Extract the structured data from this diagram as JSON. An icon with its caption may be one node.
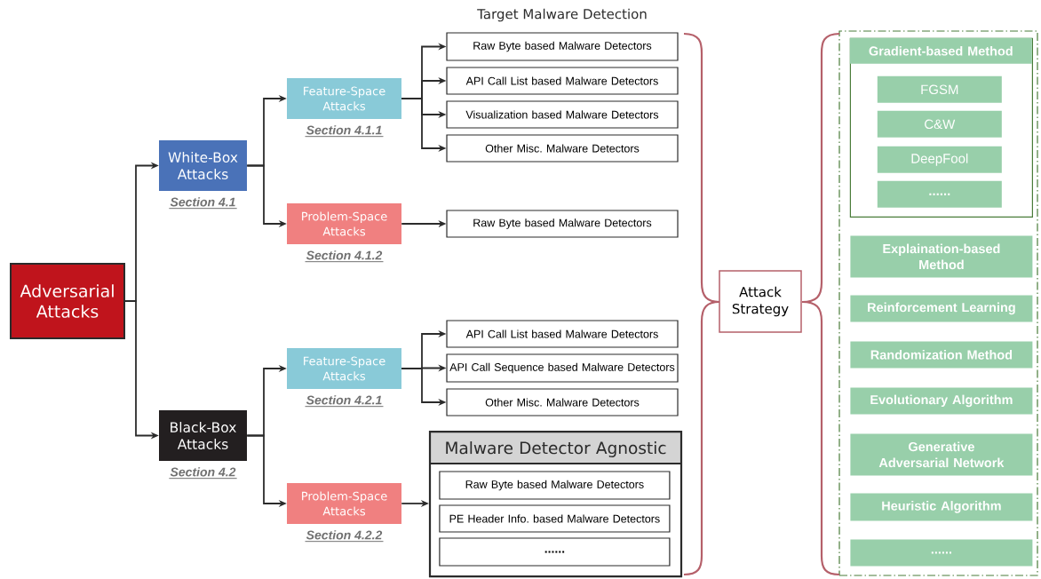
{
  "diagram": {
    "nodes": [
      {
        "text": [
          "Adversarial Attacks"
        ]
      },
      {
        "text": [
          "White-Box Attacks"
        ],
        "beside": [
          "Section 4.1"
        ]
      },
      {
        "text": [
          "Black-Box Attacks"
        ],
        "beside": [
          "Section 4.2"
        ]
      },
      {
        "text": [
          "Feature-Space Attacks"
        ],
        "beside": [
          "Section 4.1.1"
        ]
      },
      {
        "text": [
          "Problem-Space Attacks"
        ],
        "beside": [
          "Section 4.1.2"
        ]
      },
      {
        "text": [
          "Feature-Space Attacks"
        ],
        "beside": [
          "Section 4.2.1"
        ]
      },
      {
        "text": [
          "Problem-Space Attacks"
        ],
        "beside": [
          "Section 4.2.2"
        ]
      },
      {
        "text": [
          "Raw Byte based Malware Detectors"
        ]
      },
      {
        "text": [
          "API Call List based Malware Detectors"
        ]
      },
      {
        "text": [
          "Visualization based Malware Detectors"
        ]
      },
      {
        "text": [
          "Other Misc. Malware Detectors"
        ]
      },
      {
        "text": [
          "Raw Byte based Malware Detectors"
        ]
      },
      {
        "text": [
          "API Call List based Malware Detectors"
        ]
      },
      {
        "text": [
          "API Call Sequence based Malware Detectors"
        ]
      },
      {
        "text": [
          "Other Misc. Malware Detectors"
        ]
      },
      {
        "text": [
          "Malware Detector Agnostic"
        ]
      },
      {
        "text": [
          "Raw Byte based Malware Detectors"
        ],
        "in": 15
      },
      {
        "text": [
          "PE Header Info. based Malware Detectors"
        ],
        "in": 15
      },
      {
        "text": [
          "......"
        ],
        "in": 15
      },
      {
        "text": [
          "Attack Strategy"
        ]
      },
      {
        "text": [],
        "shape": "box"
      },
      {
        "text": [],
        "shape": "box",
        "in": 20
      },
      {
        "text": [
          "Gradient-based Method"
        ],
        "in": 21
      },
      {
        "text": [
          "FGSM"
        ],
        "in": 21
      },
      {
        "text": [
          "C&W"
        ],
        "in": 21
      },
      {
        "text": [
          "DeepFool"
        ],
        "in": 21
      },
      {
        "text": [
          "......"
        ],
        "in": 21
      },
      {
        "text": [
          "Explaination-based Method"
        ],
        "in": 20
      },
      {
        "text": [
          "Reinforcement Learning"
        ],
        "in": 20
      },
      {
        "text": [
          "Randomization Method"
        ],
        "in": 20
      },
      {
        "text": [
          "Evolutionary Algorithm"
        ],
        "in": 20
      },
      {
        "text": [
          "Generative Adversarial Network"
        ],
        "in": 20
      },
      {
        "text": [
          "Heuristic Algorithm"
        ],
        "in": 20
      },
      {
        "text": [
          "......"
        ],
        "in": 20
      }
    ],
    "edges": [
      {
        "from": 0,
        "to": 1,
        "arrow": "to"
      },
      {
        "from": 0,
        "to": 2,
        "arrow": "to"
      },
      {
        "from": 1,
        "to": 3,
        "arrow": "to"
      },
      {
        "from": 1,
        "to": 4,
        "arrow": "to"
      },
      {
        "from": 2,
        "to": 5,
        "arrow": "to"
      },
      {
        "from": 2,
        "to": 6,
        "arrow": "to"
      },
      {
        "from": 3,
        "to": 7,
        "arrow": "to"
      },
      {
        "from": 3,
        "to": 8,
        "arrow": "to"
      },
      {
        "from": 3,
        "to": 9,
        "arrow": "to"
      },
      {
        "from": 3,
        "to": 10,
        "arrow": "to"
      },
      {
        "from": 4,
        "to": 11,
        "arrow": "to"
      },
      {
        "from": 5,
        "to": 12,
        "arrow": "to"
      },
      {
        "from": 5,
        "to": 13,
        "arrow": "to"
      },
      {
        "from": 5,
        "to": 14,
        "arrow": "to"
      },
      {
        "from": 6,
        "to": 15,
        "arrow": "to"
      }
    ],
    "labels": [
      "Target Malware Detection"
    ]
  }
}
